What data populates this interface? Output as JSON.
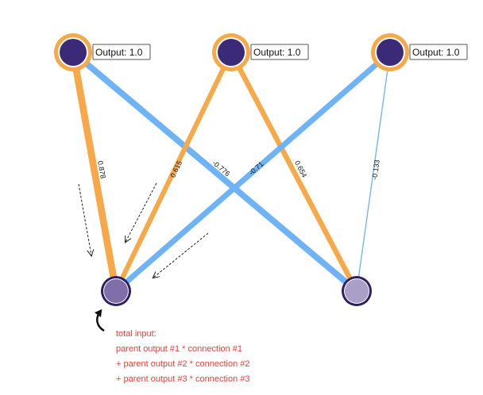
{
  "colors": {
    "positive": "#f7a94a",
    "negative": "#6eb3f5",
    "node_fill_parent": "#3b2a78",
    "node_ring_parent": "#f7a94a",
    "node_fill_child_1": "#7e6fa8",
    "node_fill_child_2": "#aa9fc8",
    "node_stroke": "#2d1e66",
    "note_text": "#e8403a"
  },
  "parents": [
    {
      "output_label": "Output: 1.0"
    },
    {
      "output_label": "Output: 1.0"
    },
    {
      "output_label": "Output: 1.0"
    }
  ],
  "connections": [
    {
      "from": 0,
      "to": 0,
      "weight": 0.878,
      "label": "0.878"
    },
    {
      "from": 0,
      "to": 1,
      "weight": -0.776,
      "label": "-0.776"
    },
    {
      "from": 1,
      "to": 0,
      "weight": 0.615,
      "label": "0.615"
    },
    {
      "from": 1,
      "to": 1,
      "weight": 0.654,
      "label": "0.654"
    },
    {
      "from": 2,
      "to": 0,
      "weight": -0.71,
      "label": "-0.71"
    },
    {
      "from": 2,
      "to": 1,
      "weight": -0.133,
      "label": "-0.133"
    }
  ],
  "note": {
    "line1": "total input:",
    "line2": "parent output #1 * connection #1",
    "line3": "+ parent output #2 * connection #2",
    "line4": "+ parent output #3 * connection #3"
  }
}
